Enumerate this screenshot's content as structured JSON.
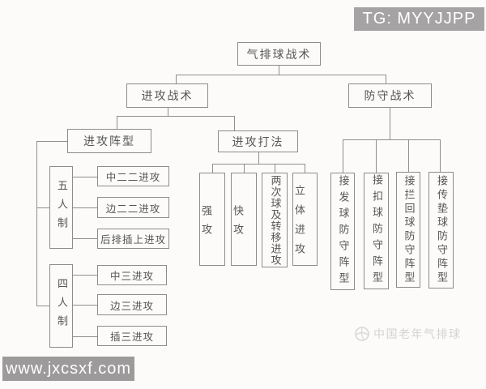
{
  "overlays": {
    "tg_badge": "TG: MYYJJPP",
    "url_badge": "www.jxcsxf.com",
    "watermark_text": "中国老年气排球",
    "watermark_logo": "volleyball-logo-icon"
  },
  "colors": {
    "line": "#8e8e8e",
    "box_border": "#8c8c8c",
    "box_text": "#565656",
    "badge_bg": "#a5a3a3",
    "badge_text": "#ffffff",
    "watermark": "#d5d3d1",
    "background": "#fcfbfa"
  },
  "diagram": {
    "root_label": "气排球战术",
    "offense": {
      "label": "进攻战术",
      "formation": {
        "label": "进攻阵型",
        "five": {
          "label": "五人制",
          "children": [
            "中二二进攻",
            "边二二进攻",
            "后排插上进攻"
          ]
        },
        "four": {
          "label": "四人制",
          "children": [
            "中三进攻",
            "边三进攻",
            "插三进攻"
          ]
        }
      },
      "methods": {
        "label": "进攻打法",
        "children": [
          "强攻",
          "快攻",
          "两次球及转移进攻",
          "立体进攻"
        ]
      }
    },
    "defense": {
      "label": "防守战术",
      "children": [
        "接发球防守阵型",
        "接扣球防守阵型",
        "接拦回球防守阵型",
        "接传垫球防守阵型"
      ]
    }
  }
}
